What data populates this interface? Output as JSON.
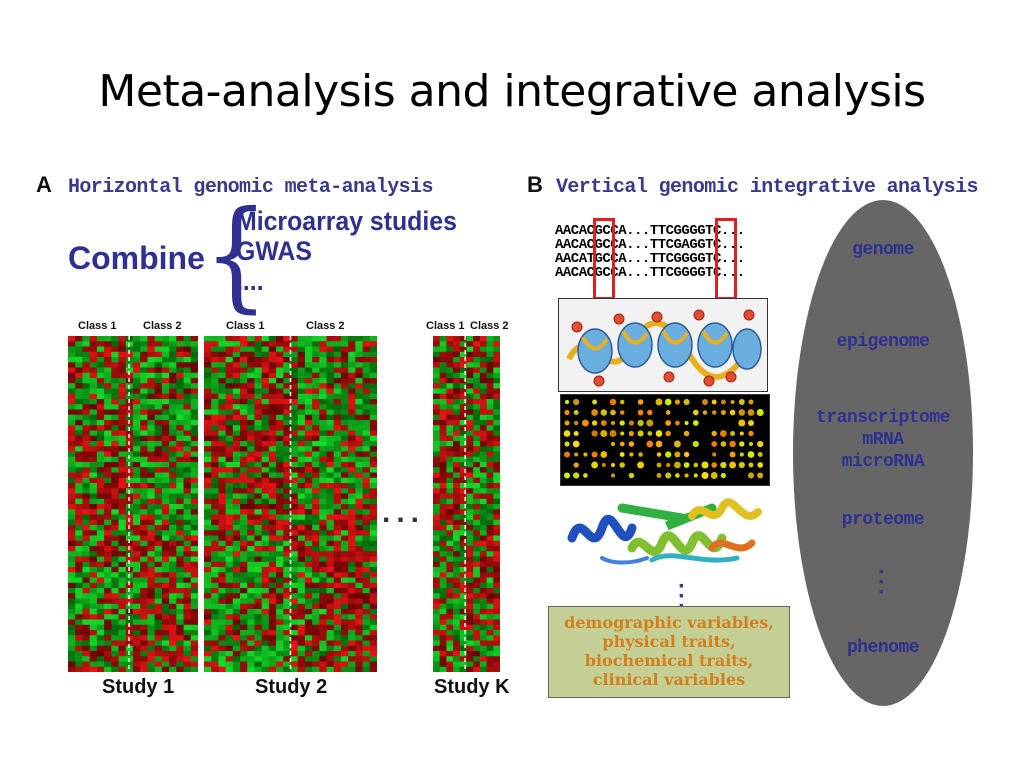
{
  "title": "Meta-analysis and integrative analysis",
  "panel_a": {
    "letter": "A",
    "heading": "Horizontal genomic meta-analysis",
    "combine_label": "Combine",
    "combine_items": [
      "Microarray studies",
      "GWAS",
      "...."
    ],
    "studies": [
      {
        "name": "Study 1",
        "class_labels": [
          "Class 1",
          "Class 2"
        ]
      },
      {
        "name": "Study 2",
        "class_labels": [
          "Class 1",
          "Class 2"
        ]
      },
      {
        "name": "Study K",
        "class_labels": [
          "Class 1",
          "Class 2"
        ]
      }
    ],
    "ellipsis": "..."
  },
  "panel_b": {
    "letter": "B",
    "heading": "Vertical genomic integrative analysis",
    "sequences": [
      "AACACGCCA...TTCGGGGTC...",
      "AACACGCCA...TTCGAGGTC...",
      "AACATGCCA...TTCGGGGTC...",
      "AACACGCCA...TTCGGGGTC..."
    ],
    "traits": [
      "demographic variables,",
      "physical traits,",
      "biochemical traits,",
      "clinical variables"
    ],
    "omics": [
      "genome",
      "epigenome",
      "transcriptome",
      "mRNA",
      "microRNA",
      "proteome",
      "phenome"
    ]
  },
  "colors": {
    "heading": "#3a3a8c",
    "combine": "#2e3192",
    "oval": "#666666",
    "trait_box": "#c4cf96",
    "trait_text": "#d47f1c",
    "highlight": "#e02020",
    "heat_red": "#d42020",
    "heat_green": "#22c040"
  }
}
